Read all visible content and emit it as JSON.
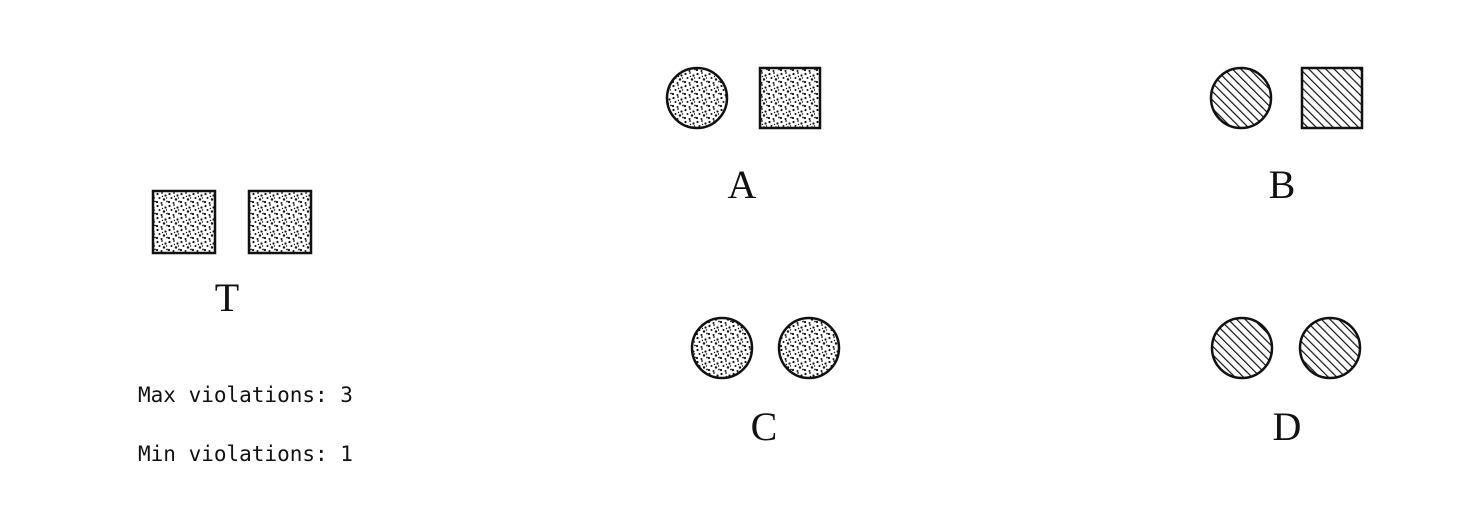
{
  "target": {
    "label": "T",
    "shapes": [
      "square-dotted",
      "square-dotted"
    ]
  },
  "stats": {
    "max_violations": "Max violations: 3",
    "min_violations": "Min violations: 1"
  },
  "options": [
    {
      "label": "A",
      "shapes": [
        "circle-dotted",
        "square-dotted"
      ]
    },
    {
      "label": "B",
      "shapes": [
        "circle-hatched",
        "square-hatched"
      ]
    },
    {
      "label": "C",
      "shapes": [
        "circle-dotted",
        "circle-dotted"
      ]
    },
    {
      "label": "D",
      "shapes": [
        "circle-hatched",
        "circle-hatched"
      ]
    }
  ],
  "colors": {
    "stroke": "#111111",
    "background": "#ffffff"
  }
}
